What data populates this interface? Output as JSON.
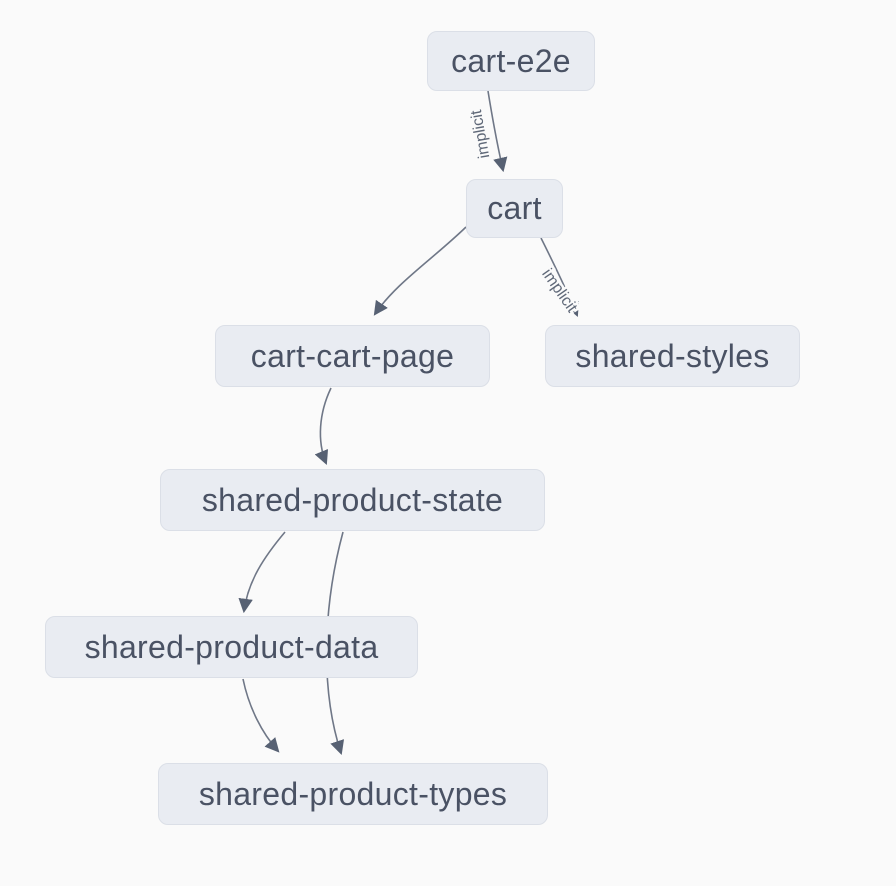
{
  "diagram": {
    "type": "dependency-graph",
    "colors": {
      "background": "#fafafa",
      "node_fill": "#e9ecf2",
      "node_border": "#dbdfe7",
      "node_text": "#4a5264",
      "edge": "#6f7787",
      "arrowhead": "#576173",
      "edge_label": "#5f6878"
    },
    "nodes": [
      {
        "id": "cart-e2e",
        "label": "cart-e2e"
      },
      {
        "id": "cart",
        "label": "cart"
      },
      {
        "id": "cart-cart-page",
        "label": "cart-cart-page"
      },
      {
        "id": "shared-styles",
        "label": "shared-styles"
      },
      {
        "id": "shared-product-state",
        "label": "shared-product-state"
      },
      {
        "id": "shared-product-data",
        "label": "shared-product-data"
      },
      {
        "id": "shared-product-types",
        "label": "shared-product-types"
      }
    ],
    "edges": [
      {
        "from": "cart-e2e",
        "to": "cart",
        "label": "implicit"
      },
      {
        "from": "cart",
        "to": "cart-cart-page",
        "label": ""
      },
      {
        "from": "cart",
        "to": "shared-styles",
        "label": "implicit"
      },
      {
        "from": "cart-cart-page",
        "to": "shared-product-state",
        "label": ""
      },
      {
        "from": "shared-product-state",
        "to": "shared-product-data",
        "label": ""
      },
      {
        "from": "shared-product-state",
        "to": "shared-product-types",
        "label": ""
      },
      {
        "from": "shared-product-data",
        "to": "shared-product-types",
        "label": ""
      }
    ]
  }
}
